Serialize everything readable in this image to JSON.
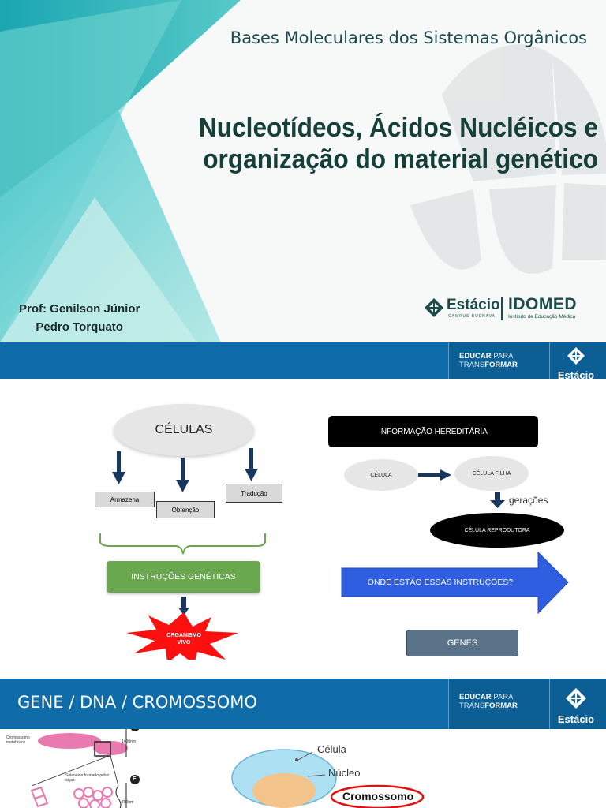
{
  "slide1": {
    "subtitle": "Bases Moleculares dos Sistemas Orgânicos",
    "title_line1": "Nucleotídeos, Ácidos Nucléicos e",
    "title_line2": "organização do material genético",
    "prof_line1": "Prof: Genilson Júnior",
    "prof_line2": "Pedro Torquato",
    "logo_estacio": "Estácio",
    "logo_estacio_sub": "CAMPUS BUENAVA",
    "logo_idomed": "IDOMED",
    "logo_idomed_sub": "Instituto de Educação Médica"
  },
  "band": {
    "educar": "EDUCAR",
    "para": "PARA",
    "trans": "TRANS",
    "formar": "FORMAR",
    "brand": "Estácio"
  },
  "slide2": {
    "celulas": "CÉLULAS",
    "armazena": "Armazena",
    "obtencao": "Obtenção",
    "traducao": "Tradução",
    "instrucoes": "INSTRUÇÕES GENÉTICAS",
    "organismo": "ORGANISMO VIVO",
    "info": "INFORMAÇÃO HEREDITÁRIA",
    "celula": "CÉLULA",
    "celula_filha": "CÉLULA FILHA",
    "geracoes": "gerações",
    "celula_reprodutora": "CÉLULA REPRODUTORA",
    "onde": "ONDE ESTÃO ESSAS INSTRUÇÕES?",
    "genes": "GENES"
  },
  "slide3": {
    "title": "GENE / DNA / CROMOSSOMO",
    "cromossomo_meta": "Cromossomo metafásico",
    "label_1400": "1400nm",
    "solenoide": "Solenoide formado pelos alças",
    "label_700": "700nm",
    "marker_f": "F",
    "marker_e": "E",
    "celula": "Célula",
    "nucleo": "Núcleo",
    "cromossomo": "Cromossomo"
  },
  "colors": {
    "band_blue": "#0f6ca8",
    "teal": "#1d4a4a",
    "navy_arrow": "#17375e",
    "green_box": "#6aa84f",
    "blue_arrow": "#2f5fe0",
    "red_burst": "#ff1010"
  }
}
